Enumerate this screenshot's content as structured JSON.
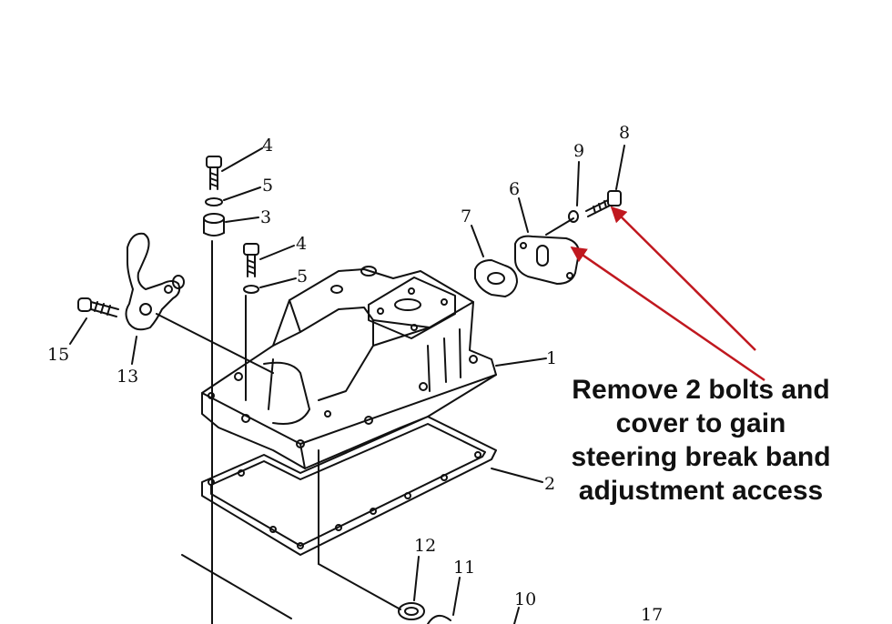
{
  "part_numbers": {
    "p1": "1",
    "p2": "2",
    "p3": "3",
    "p4a": "4",
    "p4b": "4",
    "p5a": "5",
    "p5b": "5",
    "p6": "6",
    "p7": "7",
    "p8": "8",
    "p9": "9",
    "p10": "10",
    "p11": "11",
    "p12": "12",
    "p13": "13",
    "p15": "15",
    "p17": "17"
  },
  "annotation": {
    "lines": [
      "Remove 2 bolts and",
      "cover to gain",
      "steering break band",
      "adjustment access"
    ],
    "arrow_color": "#c0181f"
  }
}
